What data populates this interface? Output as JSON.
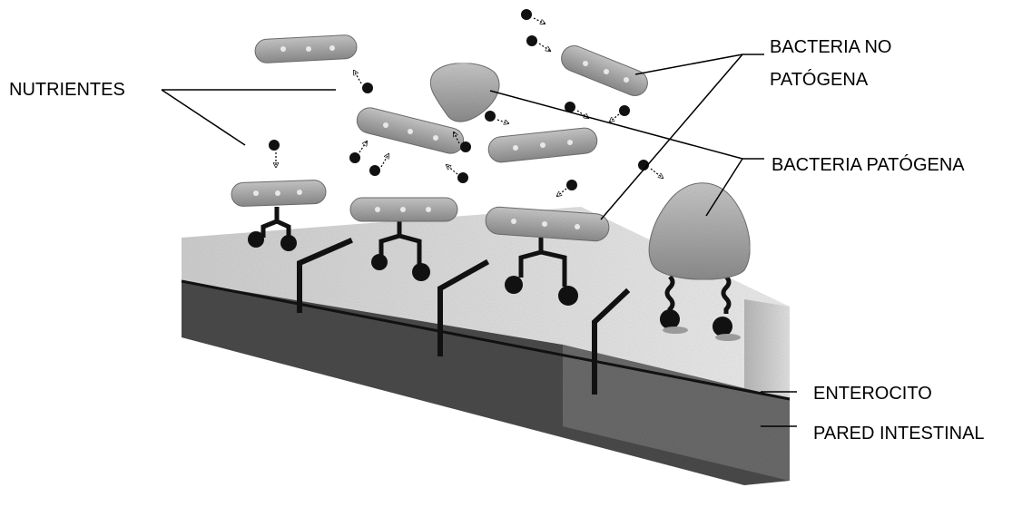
{
  "labels": {
    "nutrients": "NUTRIENTES",
    "non_pathogenic_line1": "BACTERIA NO",
    "non_pathogenic_line2": "PATÓGENA",
    "pathogenic": "BACTERIA PATÓGENA",
    "enterocyte": "ENTEROCITO",
    "intestinal_wall": "PARED INTESTINAL"
  },
  "colors": {
    "enterocyte": "#dcdcdc",
    "intestinal_wall": "#5a5a5a",
    "bacteria": "#a8a8a8",
    "nutrient": "#111111"
  }
}
